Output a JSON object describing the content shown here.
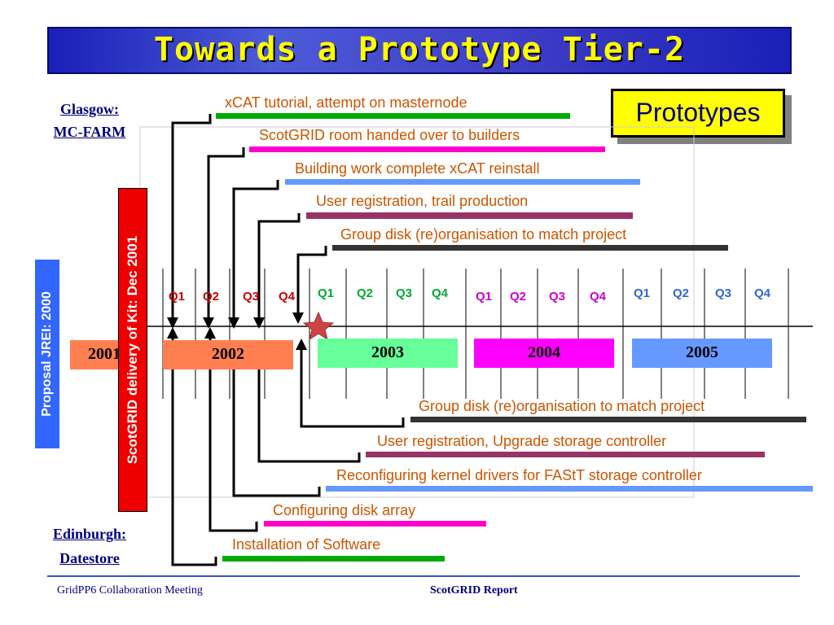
{
  "title": "Towards a Prototype Tier-2",
  "prototypes_label": "Prototypes",
  "glasgow": {
    "line1": "Glasgow:",
    "line2": "MC-FARM"
  },
  "edinburgh": {
    "line1": "Edinburgh:",
    "line2": "Datestore"
  },
  "proposal_label": "Proposal JREI: 2000",
  "delivery_label": "ScotGRID delivery of Kit: Dec 2001",
  "years": [
    {
      "label": "2001",
      "color": "#ff7f50"
    },
    {
      "label": "2002",
      "color": "#ff7f50"
    },
    {
      "label": "2003",
      "color": "#66ff99"
    },
    {
      "label": "2004",
      "color": "#ff00ff"
    },
    {
      "label": "2005",
      "color": "#6699ff"
    }
  ],
  "quarters_2002": [
    "Q1",
    "Q2",
    "Q3",
    "Q4"
  ],
  "quarters_2003": [
    "Q1",
    "Q2",
    "Q3",
    "Q4"
  ],
  "quarters_2004": [
    "Q1",
    "Q2",
    "Q3",
    "Q4"
  ],
  "quarters_2005": [
    "Q1",
    "Q2",
    "Q3",
    "Q4"
  ],
  "quarter_colors": {
    "2002": "#cc0000",
    "2003": "#00aa33",
    "2004": "#cc00cc",
    "2005": "#3366cc"
  },
  "glasgow_tasks": [
    {
      "label": "xCAT tutorial, attempt on masternode",
      "color": "#00aa00"
    },
    {
      "label": "ScotGRID room handed over to builders",
      "color": "#ff00cc"
    },
    {
      "label": "Building work complete  xCAT reinstall",
      "color": "#6699ff"
    },
    {
      "label": "User registration, trail production",
      "color": "#993366"
    },
    {
      "label": "Group disk (re)organisation to match project",
      "color": "#333333"
    }
  ],
  "edinburgh_tasks": [
    {
      "label": "Group disk (re)organisation to match project",
      "color": "#333333"
    },
    {
      "label": "User registration, Upgrade storage controller",
      "color": "#993366"
    },
    {
      "label": "Reconfiguring kernel drivers for FAStT storage controller",
      "color": "#6699ff"
    },
    {
      "label": "Configuring disk array",
      "color": "#ff00cc"
    },
    {
      "label": "Installation of Software",
      "color": "#00aa00"
    }
  ],
  "footer": {
    "left": "GridPP6 Collaboration Meeting",
    "center": "ScotGRID Report"
  }
}
